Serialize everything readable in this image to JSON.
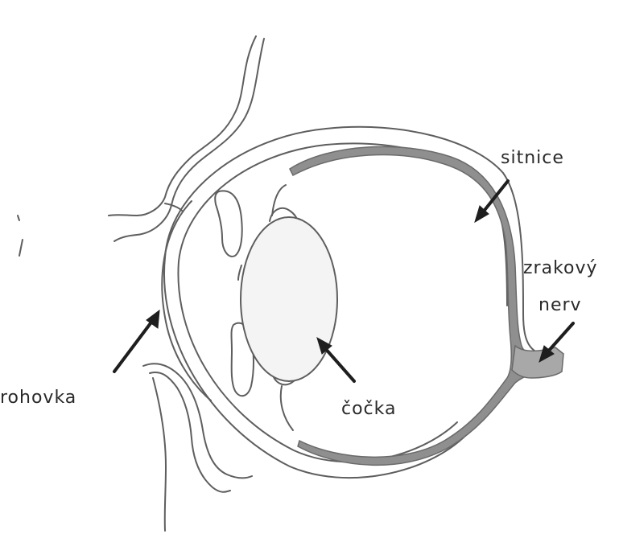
{
  "labels": {
    "retina": "sitnice",
    "optic_nerve_line1": "zrakový",
    "optic_nerve_line2": "nerv",
    "cornea": "rohovka",
    "lens": "čočka"
  },
  "colors": {
    "outline": "#5e5e5e",
    "retina_fill": "#8f8f8f",
    "nerve_fill": "#a8a8a8",
    "lens_fill": "#f4f4f4",
    "arrow": "#1e1e1e",
    "label_text": "#2a2a2a",
    "background": "#ffffff"
  }
}
